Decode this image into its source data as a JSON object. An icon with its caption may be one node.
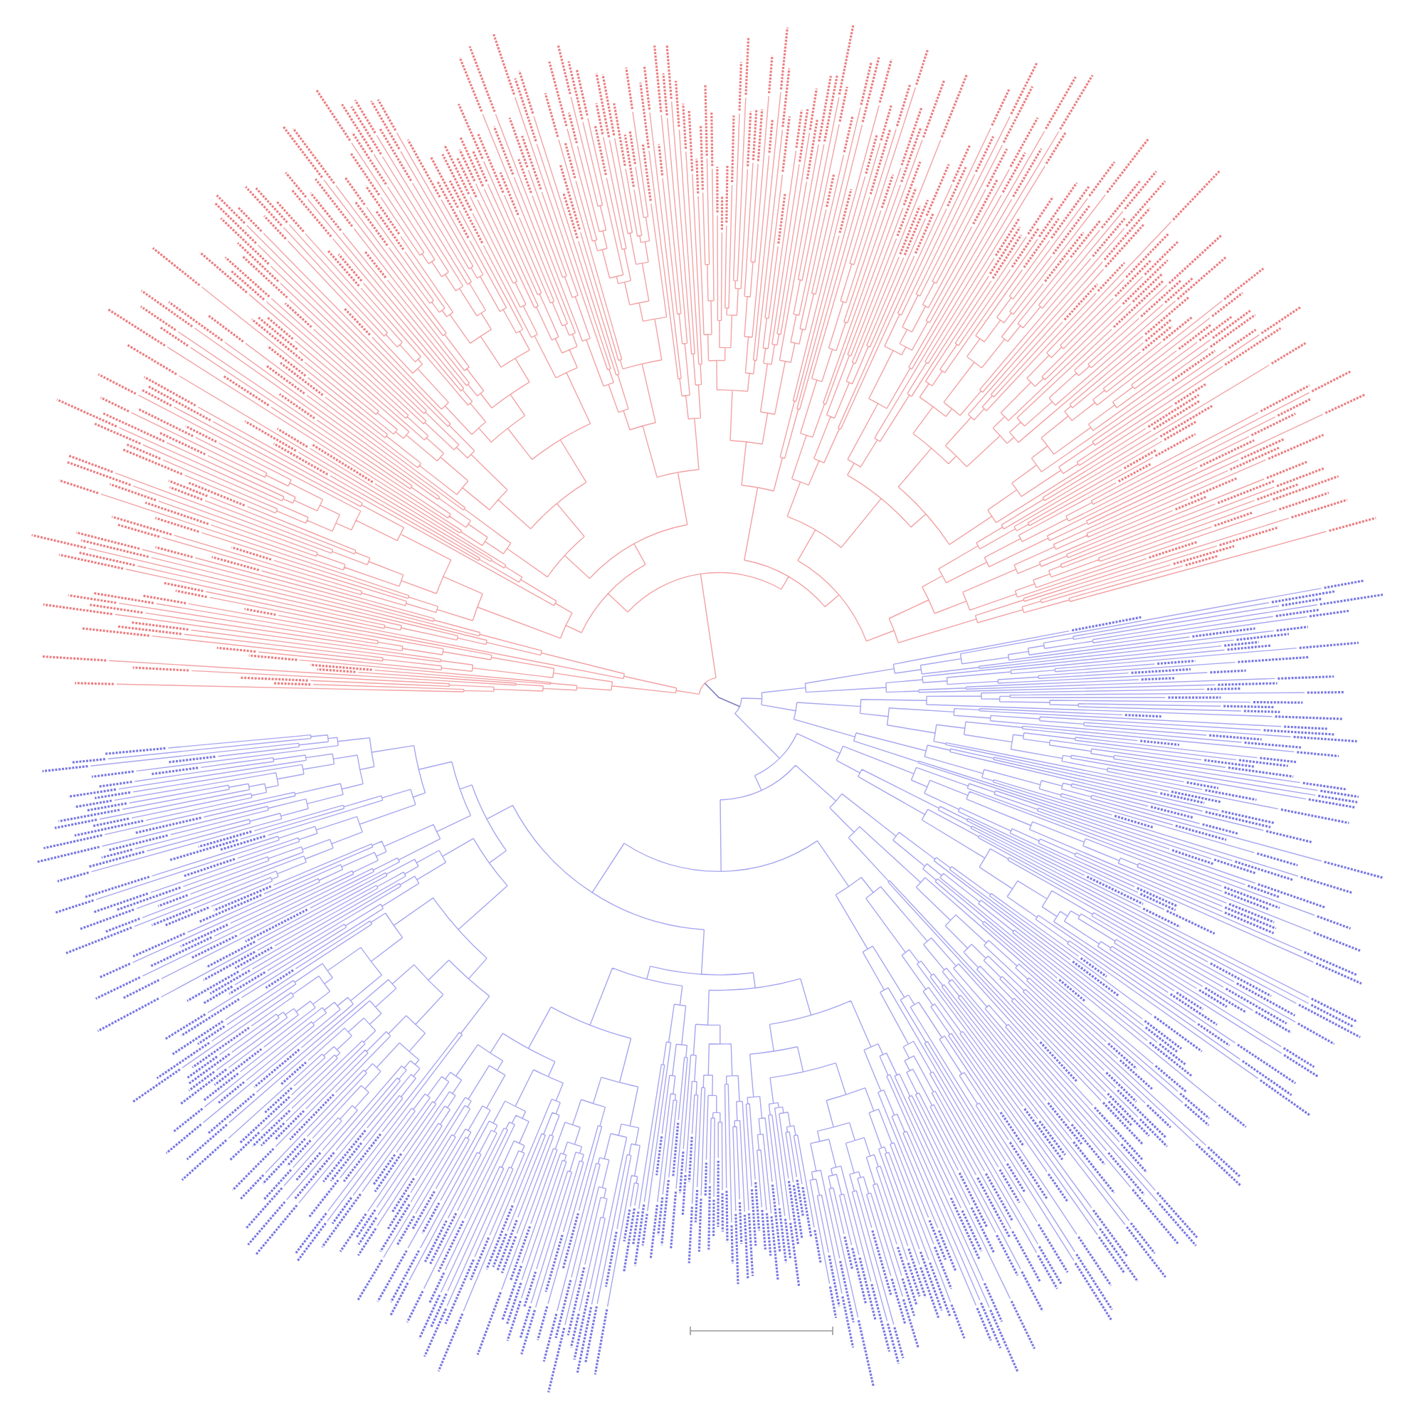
{
  "diagram": {
    "nodes": [
      {
        "text": [],
        "shape": "picture"
      },
      {
        "text": [],
        "shape": "picture"
      }
    ],
    "edges": [
      {
        "from": 0,
        "to": 1,
        "arrow": "none"
      }
    ]
  }
}
